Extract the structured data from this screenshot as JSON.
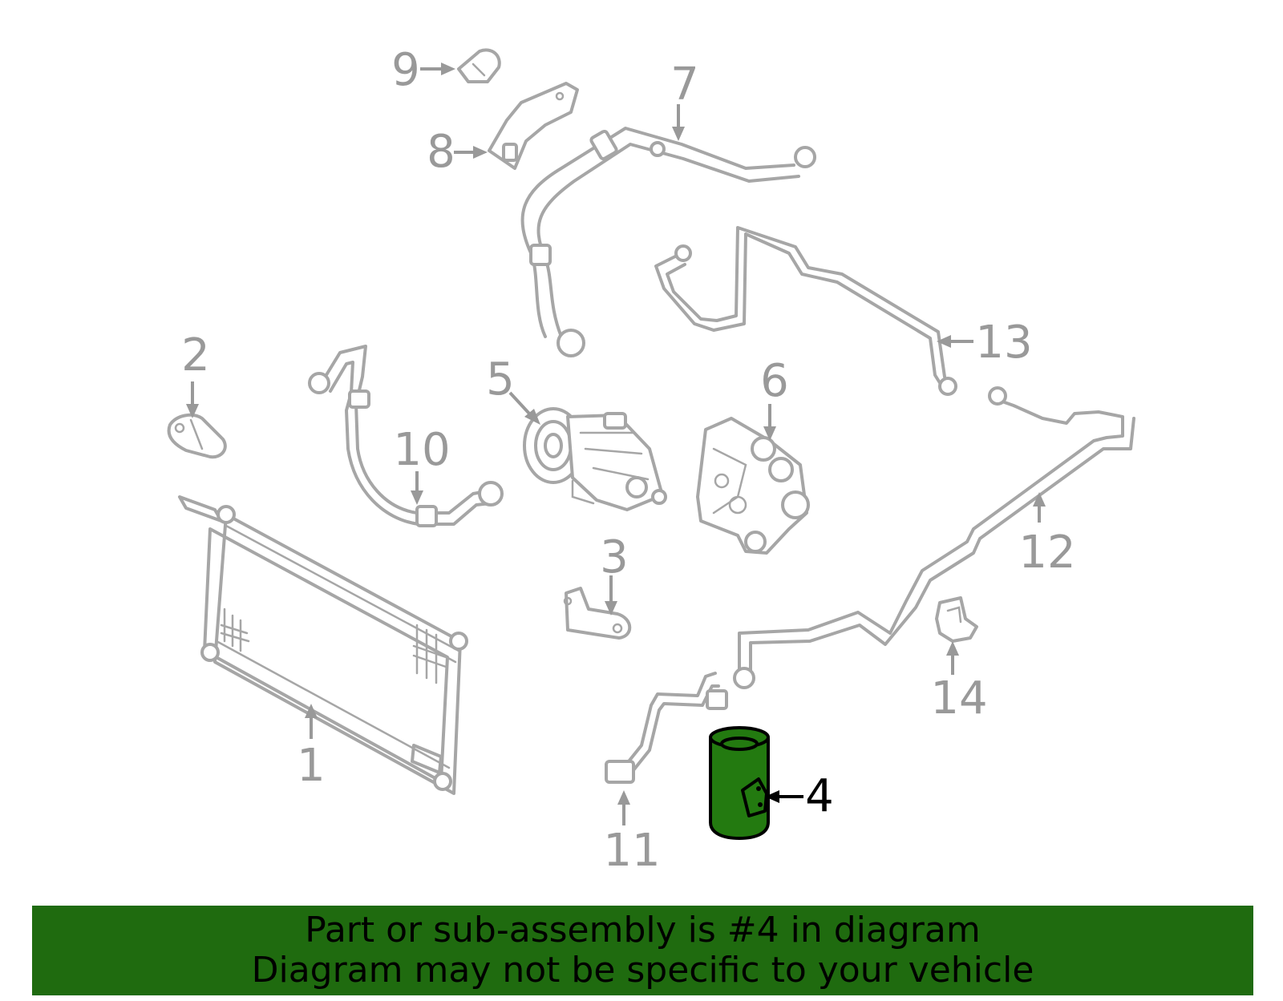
{
  "callouts": {
    "c1": "1",
    "c2": "2",
    "c3": "3",
    "c4": "4",
    "c5": "5",
    "c6": "6",
    "c7": "7",
    "c8": "8",
    "c9": "9",
    "c10": "10",
    "c11": "11",
    "c12": "12",
    "c13": "13",
    "c14": "14"
  },
  "highlighted_part": "4",
  "colors": {
    "highlight": "#237a10",
    "banner": "#1f6b0f",
    "part_outline": "#a6a6a6",
    "callout_text": "#999999"
  },
  "banner": {
    "line1": "Part or sub-assembly is #4 in diagram",
    "line2": "Diagram may not be specific to your vehicle"
  }
}
